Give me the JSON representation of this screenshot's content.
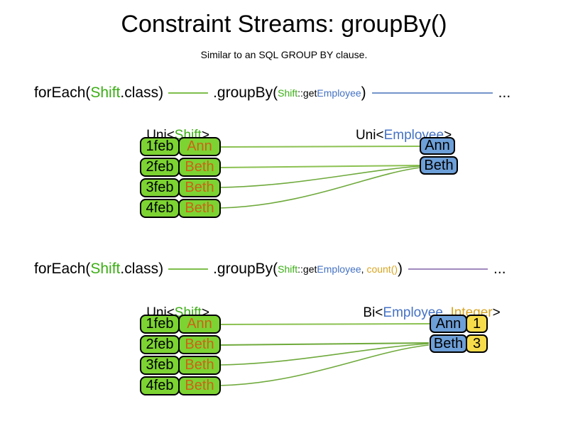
{
  "title": "Constraint Streams: groupBy()",
  "subtitle": "Similar to an SQL GROUP BY clause.",
  "colors": {
    "green_text": "#3BAE14",
    "blue_text": "#4472C4",
    "orange_text": "#CC6315",
    "gold_text": "#D8A521",
    "green_fill": "#7CD332",
    "blue_fill": "#6D9FD8",
    "yellow_fill": "#F6DC4B",
    "connector_green": "#7FBF4D",
    "connector_blue": "#7495CB",
    "connector_purple": "#A189BD"
  },
  "section1": {
    "code": {
      "foreach_prefix": "forEach(",
      "foreach_class": "Shift",
      "foreach_suffix": ".class)",
      "groupby_prefix": ".groupBy(",
      "arg1_class": "Shift",
      "arg1_method": "::get",
      "arg1_type": "Employee",
      "groupby_suffix": ")",
      "ellipsis": "..."
    },
    "source_label": {
      "prefix": "Uni<",
      "type": "Shift",
      "suffix": ">"
    },
    "result_label": {
      "prefix": "Uni<",
      "type": "Employee",
      "suffix": ">"
    },
    "table": [
      {
        "date": "1feb",
        "employee": "Ann"
      },
      {
        "date": "2feb",
        "employee": "Beth"
      },
      {
        "date": "3feb",
        "employee": "Beth"
      },
      {
        "date": "4feb",
        "employee": "Beth"
      }
    ],
    "results": [
      "Ann",
      "Beth"
    ]
  },
  "section2": {
    "code": {
      "foreach_prefix": "forEach(",
      "foreach_class": "Shift",
      "foreach_suffix": ".class)",
      "groupby_prefix": ".groupBy(",
      "arg1_class": "Shift",
      "arg1_method": "::get",
      "arg1_type": "Employee",
      "arg_comma": ", ",
      "arg2_count": "count()",
      "groupby_suffix": ")",
      "ellipsis": "..."
    },
    "source_label": {
      "prefix": "Uni<",
      "type": "Shift",
      "suffix": ">"
    },
    "result_label": {
      "prefix": "Bi<",
      "type1": "Employee",
      "comma": ", ",
      "type2": "Integer",
      "suffix": ">"
    },
    "table": [
      {
        "date": "1feb",
        "employee": "Ann"
      },
      {
        "date": "2feb",
        "employee": "Beth"
      },
      {
        "date": "3feb",
        "employee": "Beth"
      },
      {
        "date": "4feb",
        "employee": "Beth"
      }
    ],
    "results": [
      {
        "employee": "Ann",
        "count": "1"
      },
      {
        "employee": "Beth",
        "count": "3"
      }
    ]
  }
}
